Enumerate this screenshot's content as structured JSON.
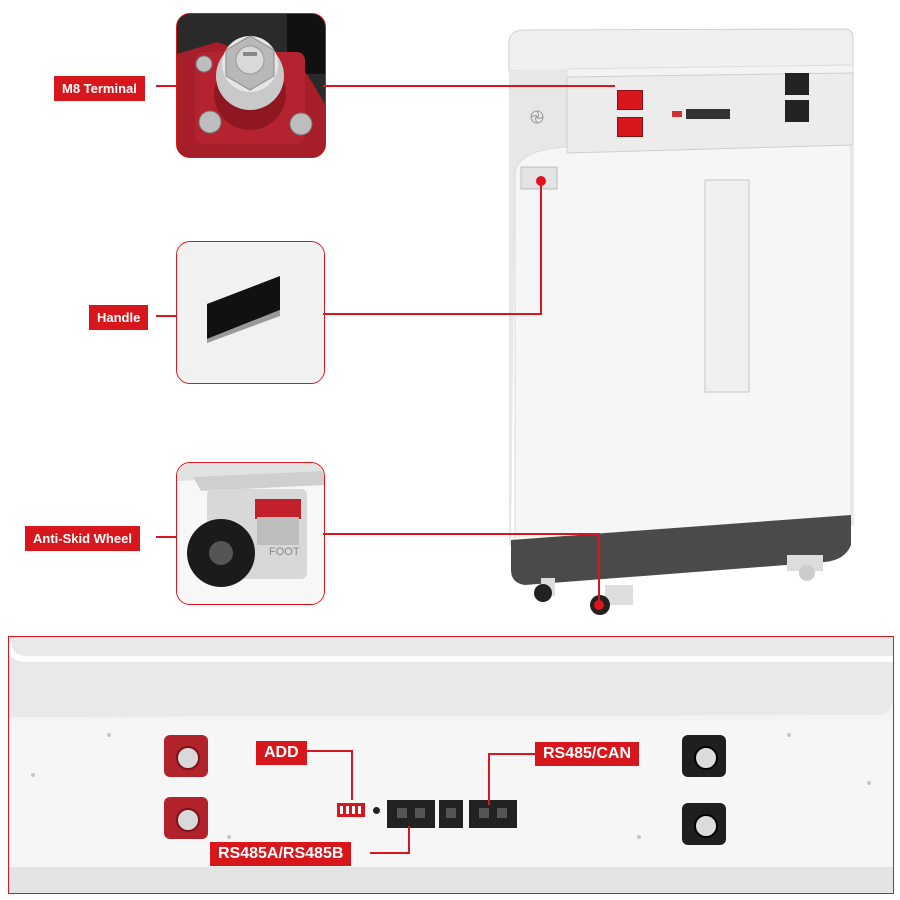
{
  "labels": {
    "m8_terminal": "M8 Terminal",
    "handle": "Handle",
    "anti_skid_wheel": "Anti-Skid Wheel",
    "add": "ADD",
    "rs485_can": "RS485/CAN",
    "rs485a_b": "RS485A/RS485B"
  },
  "colors": {
    "accent": "#d8171c",
    "terminal_red": "#b2222a",
    "terminal_black": "#1f1f1f",
    "cabinet_white": "#eeeeee",
    "base_gray": "#4a4a4a"
  },
  "icons": [
    "fan-icon"
  ],
  "wheel_brand_text": "FOOT"
}
